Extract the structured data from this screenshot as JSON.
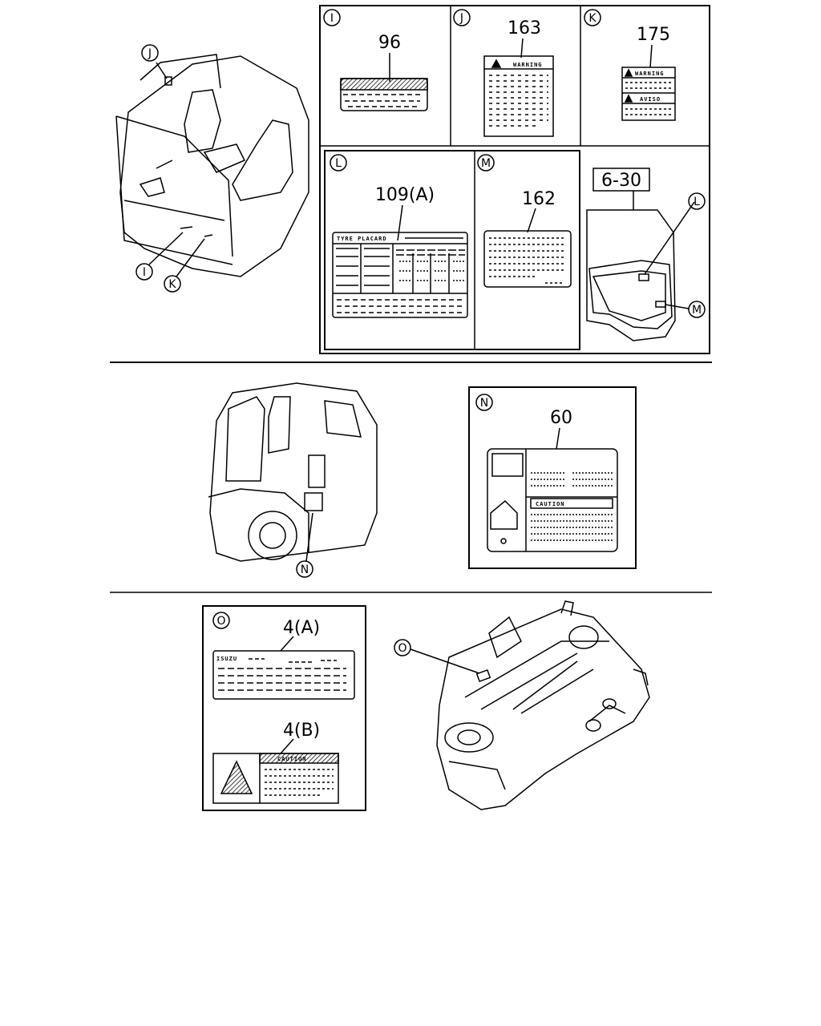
{
  "callouts": {
    "I": {
      "letter": "I",
      "part": "96"
    },
    "J": {
      "letter": "J",
      "part": "163",
      "label_text": "WARNING"
    },
    "K": {
      "letter": "K",
      "part": "175",
      "label_text_1": "WARNING",
      "label_text_2": "AVISO"
    },
    "L": {
      "letter": "L",
      "part": "109(A)",
      "label_text": "TYRE PLACARD"
    },
    "M": {
      "letter": "M",
      "part": "162"
    },
    "N": {
      "letter": "N",
      "part": "60",
      "label_text": "CAUTION"
    },
    "O": {
      "letter": "O",
      "part_a": "4(A)",
      "part_b": "4(B)",
      "label_brand": "ISUZU",
      "label_text": "CAUTION"
    }
  },
  "door_ref": "6-30",
  "colors": {
    "line": "#000000",
    "background": "#ffffff"
  }
}
